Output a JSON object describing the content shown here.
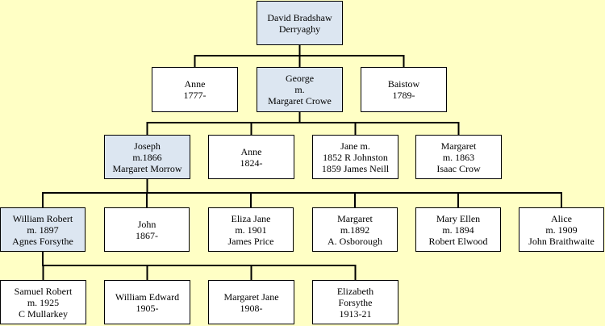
{
  "colors": {
    "background": "#ffffc5",
    "highlight": "#dce6f1",
    "box": "#ffffff",
    "line": "#000000"
  },
  "generations": [
    [
      {
        "id": "david",
        "lines": [
          "David Bradshaw",
          "Derryaghy"
        ],
        "highlight": true
      }
    ],
    [
      {
        "id": "anne-1777",
        "lines": [
          "Anne",
          "1777-"
        ],
        "highlight": false
      },
      {
        "id": "george",
        "lines": [
          "George",
          "m.",
          "Margaret Crowe"
        ],
        "highlight": true
      },
      {
        "id": "baistow",
        "lines": [
          "Baistow",
          "1789-"
        ],
        "highlight": false
      }
    ],
    [
      {
        "id": "joseph",
        "lines": [
          "Joseph",
          "m.1866",
          "Margaret Morrow"
        ],
        "highlight": true
      },
      {
        "id": "anne-1824",
        "lines": [
          "Anne",
          "1824-"
        ],
        "highlight": false
      },
      {
        "id": "jane",
        "lines": [
          "Jane m.",
          "1852 R Johnston",
          "1859 James Neill"
        ],
        "highlight": false
      },
      {
        "id": "margaret-1863",
        "lines": [
          "Margaret",
          "m. 1863",
          "Isaac Crow"
        ],
        "highlight": false
      }
    ],
    [
      {
        "id": "william-robert",
        "lines": [
          "William Robert",
          "m. 1897",
          "Agnes Forsythe"
        ],
        "highlight": true
      },
      {
        "id": "john",
        "lines": [
          "John",
          "1867-"
        ],
        "highlight": false
      },
      {
        "id": "eliza-jane",
        "lines": [
          "Eliza Jane",
          "m. 1901",
          "James Price"
        ],
        "highlight": false
      },
      {
        "id": "margaret-1892",
        "lines": [
          "Margaret",
          "m.1892",
          "A. Osborough"
        ],
        "highlight": false
      },
      {
        "id": "mary-ellen",
        "lines": [
          "Mary Ellen",
          "m. 1894",
          "Robert Elwood"
        ],
        "highlight": false
      },
      {
        "id": "alice",
        "lines": [
          "Alice",
          "m. 1909",
          "John Braithwaite"
        ],
        "highlight": false
      }
    ],
    [
      {
        "id": "samuel-robert",
        "lines": [
          "Samuel Robert",
          "m. 1925",
          "C Mullarkey"
        ],
        "highlight": false
      },
      {
        "id": "william-edward",
        "lines": [
          "William Edward",
          "1905-"
        ],
        "highlight": false
      },
      {
        "id": "margaret-jane",
        "lines": [
          "Margaret Jane",
          "1908-"
        ],
        "highlight": false
      },
      {
        "id": "elizabeth",
        "lines": [
          "Elizabeth",
          "Forsythe",
          "1913-21"
        ],
        "highlight": false
      }
    ]
  ],
  "links": [
    {
      "parent": "david",
      "children": [
        "anne-1777",
        "george",
        "baistow"
      ]
    },
    {
      "parent": "george",
      "children": [
        "joseph",
        "anne-1824",
        "jane",
        "margaret-1863"
      ]
    },
    {
      "parent": "joseph",
      "children": [
        "william-robert",
        "john",
        "eliza-jane",
        "margaret-1892",
        "mary-ellen",
        "alice"
      ]
    },
    {
      "parent": "william-robert",
      "children": [
        "samuel-robert",
        "william-edward",
        "margaret-jane",
        "elizabeth"
      ]
    }
  ]
}
